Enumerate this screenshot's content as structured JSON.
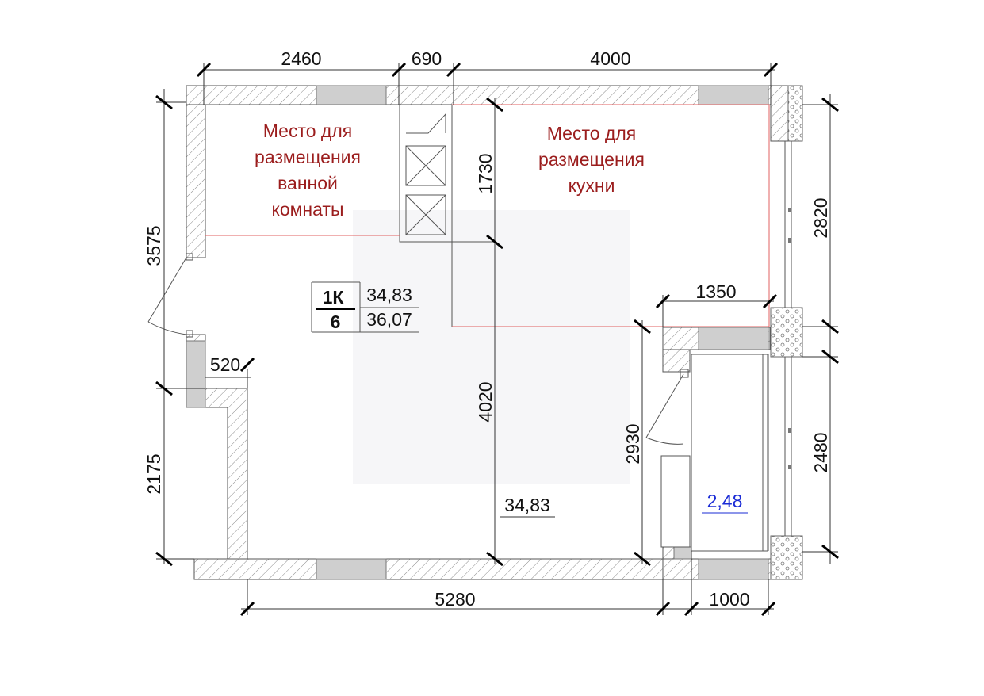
{
  "dimensions": {
    "top_left": "2460",
    "top_mid": "690",
    "top_right": "4000",
    "left_upper": "3575",
    "left_lower": "2175",
    "right_upper": "2820",
    "right_lower": "2480",
    "vertical_shaft": "1730",
    "vertical_main": "4020",
    "balcony_opening": "1350",
    "balcony_height": "2930",
    "niche": "520",
    "bottom_main": "5280",
    "bottom_balcony": "1000"
  },
  "zones": {
    "bathroom": [
      "Место для",
      "размещения",
      "ванной",
      "комнаты"
    ],
    "kitchen": [
      "Место для",
      "размещения",
      "кухни"
    ]
  },
  "apartment_table": {
    "type": "1К",
    "number": "6",
    "living_area": "34,83",
    "total_area": "36,07"
  },
  "room_area": "34,83",
  "balcony_area": "2,48",
  "colors": {
    "zone_text": "#9b1d1d",
    "balcony_text": "#1a2bd6",
    "zone_outline": "#e06060",
    "window_fill": "#cfcfcf"
  }
}
